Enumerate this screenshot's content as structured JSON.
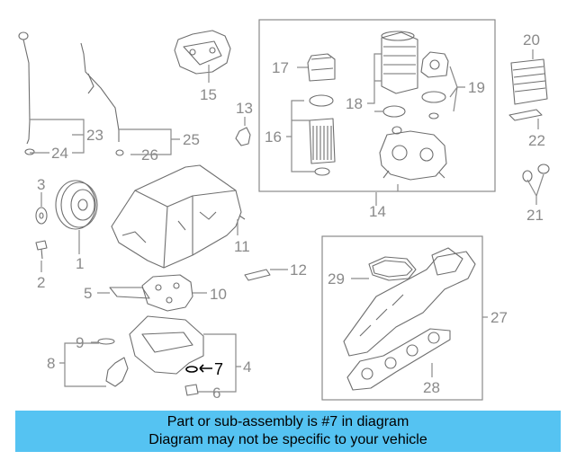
{
  "callouts": {
    "n1": "1",
    "n2": "2",
    "n3": "3",
    "n4": "4",
    "n5": "5",
    "n6": "6",
    "n7": "7",
    "n8": "8",
    "n9": "9",
    "n10": "10",
    "n11": "11",
    "n12": "12",
    "n13": "13",
    "n14": "14",
    "n15": "15",
    "n16": "16",
    "n17": "17",
    "n18": "18",
    "n19": "19",
    "n20": "20",
    "n21": "21",
    "n22": "22",
    "n23": "23",
    "n24": "24",
    "n25": "25",
    "n26": "26",
    "n27": "27",
    "n28": "28",
    "n29": "29"
  },
  "highlighted_part": "7",
  "colors": {
    "banner": "#55c3f2",
    "highlight": "#000000",
    "line_art": "#6f6f6f",
    "label": "#8a8a8a"
  },
  "banner": {
    "line1": "Part or sub-assembly is #7 in diagram",
    "line2": "Diagram may not be specific to your vehicle"
  }
}
